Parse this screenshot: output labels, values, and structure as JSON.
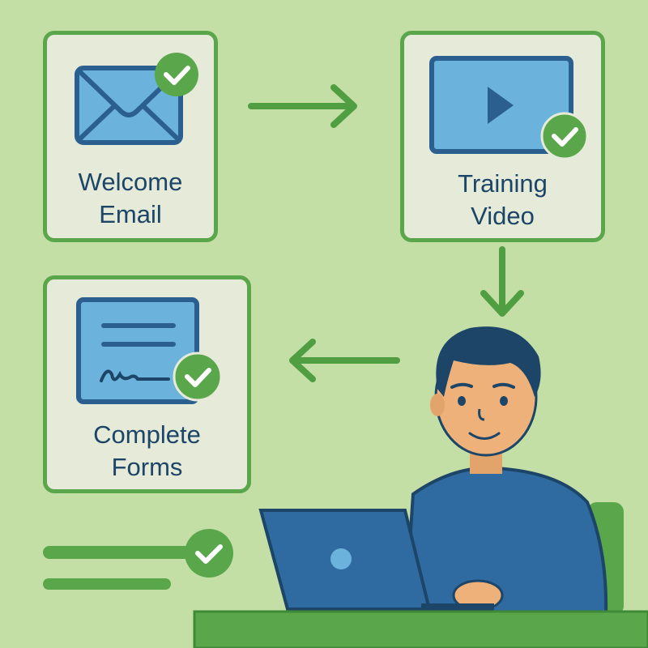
{
  "steps": [
    {
      "line1": "Welcome",
      "line2": "Email",
      "icon": "envelope-icon",
      "status": "complete"
    },
    {
      "line1": "Training",
      "line2": "Video",
      "icon": "video-player-icon",
      "status": "complete"
    },
    {
      "line1": "Complete",
      "line2": "Forms",
      "icon": "signed-document-icon",
      "status": "complete"
    }
  ],
  "colors": {
    "background": "#c4dfa6",
    "card": "#e5ebd8",
    "green": "#5aa64a",
    "blue": "#6bb3dc",
    "dark_blue": "#2a5f8f",
    "text": "#1c4568"
  }
}
